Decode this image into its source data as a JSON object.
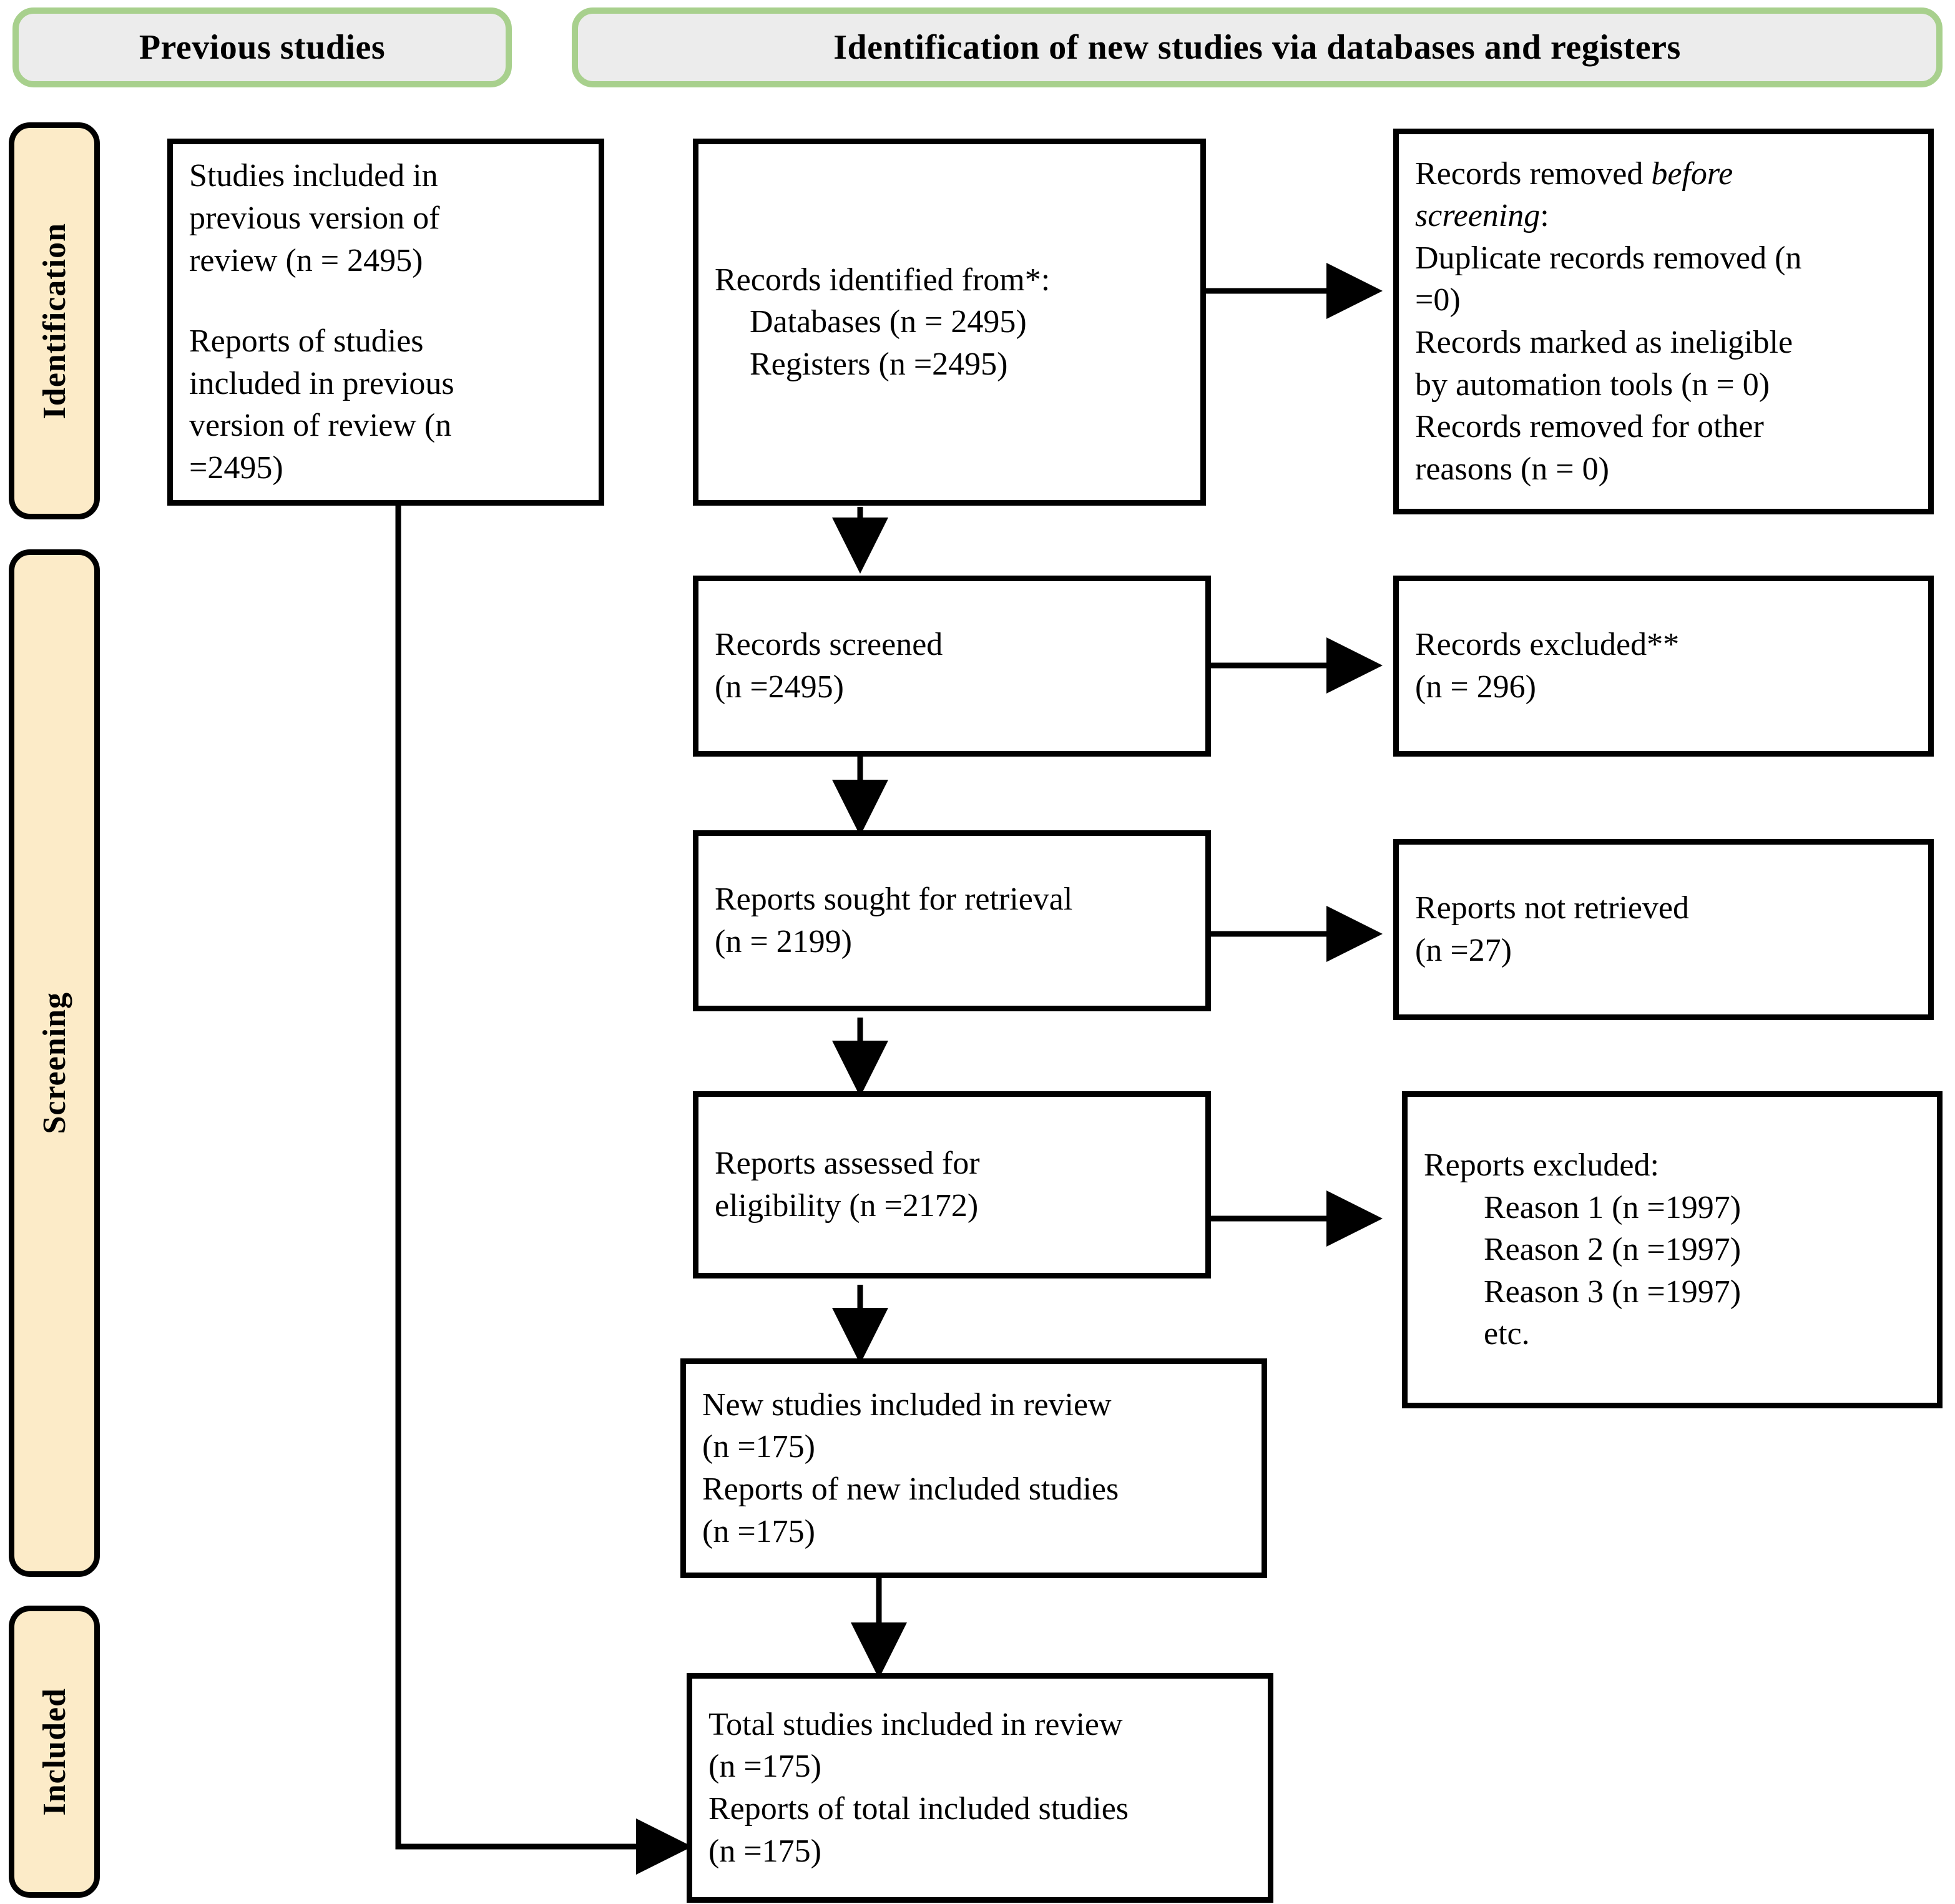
{
  "banners": {
    "previous_studies": "Previous studies",
    "new_identification": "Identification of new studies via databases and registers"
  },
  "phases": [
    {
      "label": "Identification"
    },
    {
      "label": "Screening"
    },
    {
      "label": "Included"
    }
  ],
  "boxes": {
    "previous_included": {
      "line1": "Studies included in",
      "line2": "previous version of",
      "line3": "review (n = 2495)",
      "line4": "Reports of studies",
      "line5": "included in previous",
      "line6": "version of review (n",
      "line7": "=2495)"
    },
    "records_identified": {
      "line1": "Records identified from*:",
      "line2": "Databases (n = 2495)",
      "line3": "Registers (n =2495)"
    },
    "records_removed": {
      "line1_pre": "Records removed ",
      "line1_em": "before",
      "line2_em": "screening",
      "line2_post": ":",
      "line3": "Duplicate records removed (n",
      "line4": "=0)",
      "line5": "Records marked as ineligible",
      "line6": "by automation tools (n = 0)",
      "line7": "Records removed for other",
      "line8": "reasons (n = 0)"
    },
    "records_screened": {
      "line1": "Records screened",
      "line2": "(n =2495)"
    },
    "records_excluded": {
      "line1": "Records excluded**",
      "line2": "(n = 296)"
    },
    "reports_sought": {
      "line1": "Reports sought for retrieval",
      "line2": "(n = 2199)"
    },
    "reports_not_retrieved": {
      "line1": "Reports not retrieved",
      "line2": "(n =27)"
    },
    "reports_assessed": {
      "line1": "Reports assessed for",
      "line2": "eligibility (n =2172)"
    },
    "reports_excluded": {
      "line1": "Reports excluded:",
      "line2": "Reason 1 (n =1997)",
      "line3": "Reason 2 (n =1997)",
      "line4": "Reason 3 (n =1997)",
      "line5": "etc."
    },
    "new_included": {
      "line1": "New studies included in review",
      "line2": "(n =175)",
      "line3": "Reports of new included studies",
      "line4": "(n =175)"
    },
    "total_included": {
      "line1": "Total studies included in review",
      "line2": "(n =175)",
      "line3": "Reports of total included studies",
      "line4": "(n =175)"
    }
  },
  "colors": {
    "banner_border": "#a8d08d",
    "banner_fill": "#ececec",
    "phase_fill": "#fcebc8",
    "box_border": "#000000",
    "page_background": "#ffffff"
  }
}
